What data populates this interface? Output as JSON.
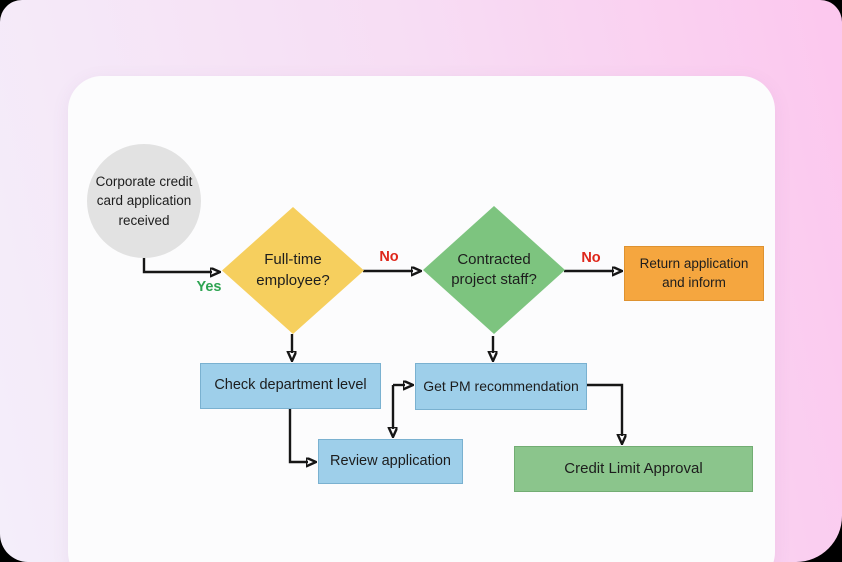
{
  "scene": {
    "outer_background": "#000000",
    "backdrop_gradient_start": "#f4eefa",
    "backdrop_gradient_end": "#fcc7ee",
    "card_background": "#fcfcfd",
    "arrow_color": "#161616"
  },
  "flowchart": {
    "start": {
      "label": "Corporate credit card application received",
      "fill": "#e2e2e2",
      "shape": "ellipse"
    },
    "decision_fulltime": {
      "label": "Full-time employee?",
      "fill": "#f6cf5e",
      "shape": "diamond"
    },
    "decision_contracted": {
      "label": "Contracted project staff?",
      "fill": "#7dc47f",
      "shape": "diamond"
    },
    "return_application": {
      "label": "Return application and inform",
      "fill": "#f5a63f",
      "shape": "rect"
    },
    "check_department": {
      "label": "Check department level",
      "fill": "#9ecfea",
      "shape": "rect"
    },
    "get_pm": {
      "label": "Get PM recommendation",
      "fill": "#9ecfea",
      "shape": "rect"
    },
    "review_application": {
      "label": "Review application",
      "fill": "#9ecfea",
      "shape": "rect"
    },
    "credit_limit": {
      "label": "Credit Limit Approval",
      "fill": "#8bc58c",
      "shape": "rect"
    },
    "edge_labels": {
      "yes": {
        "text": "Yes",
        "color": "#2ea452"
      },
      "no_fulltime": {
        "text": "No",
        "color": "#de261a"
      },
      "no_contracted": {
        "text": "No",
        "color": "#de261a"
      }
    }
  }
}
